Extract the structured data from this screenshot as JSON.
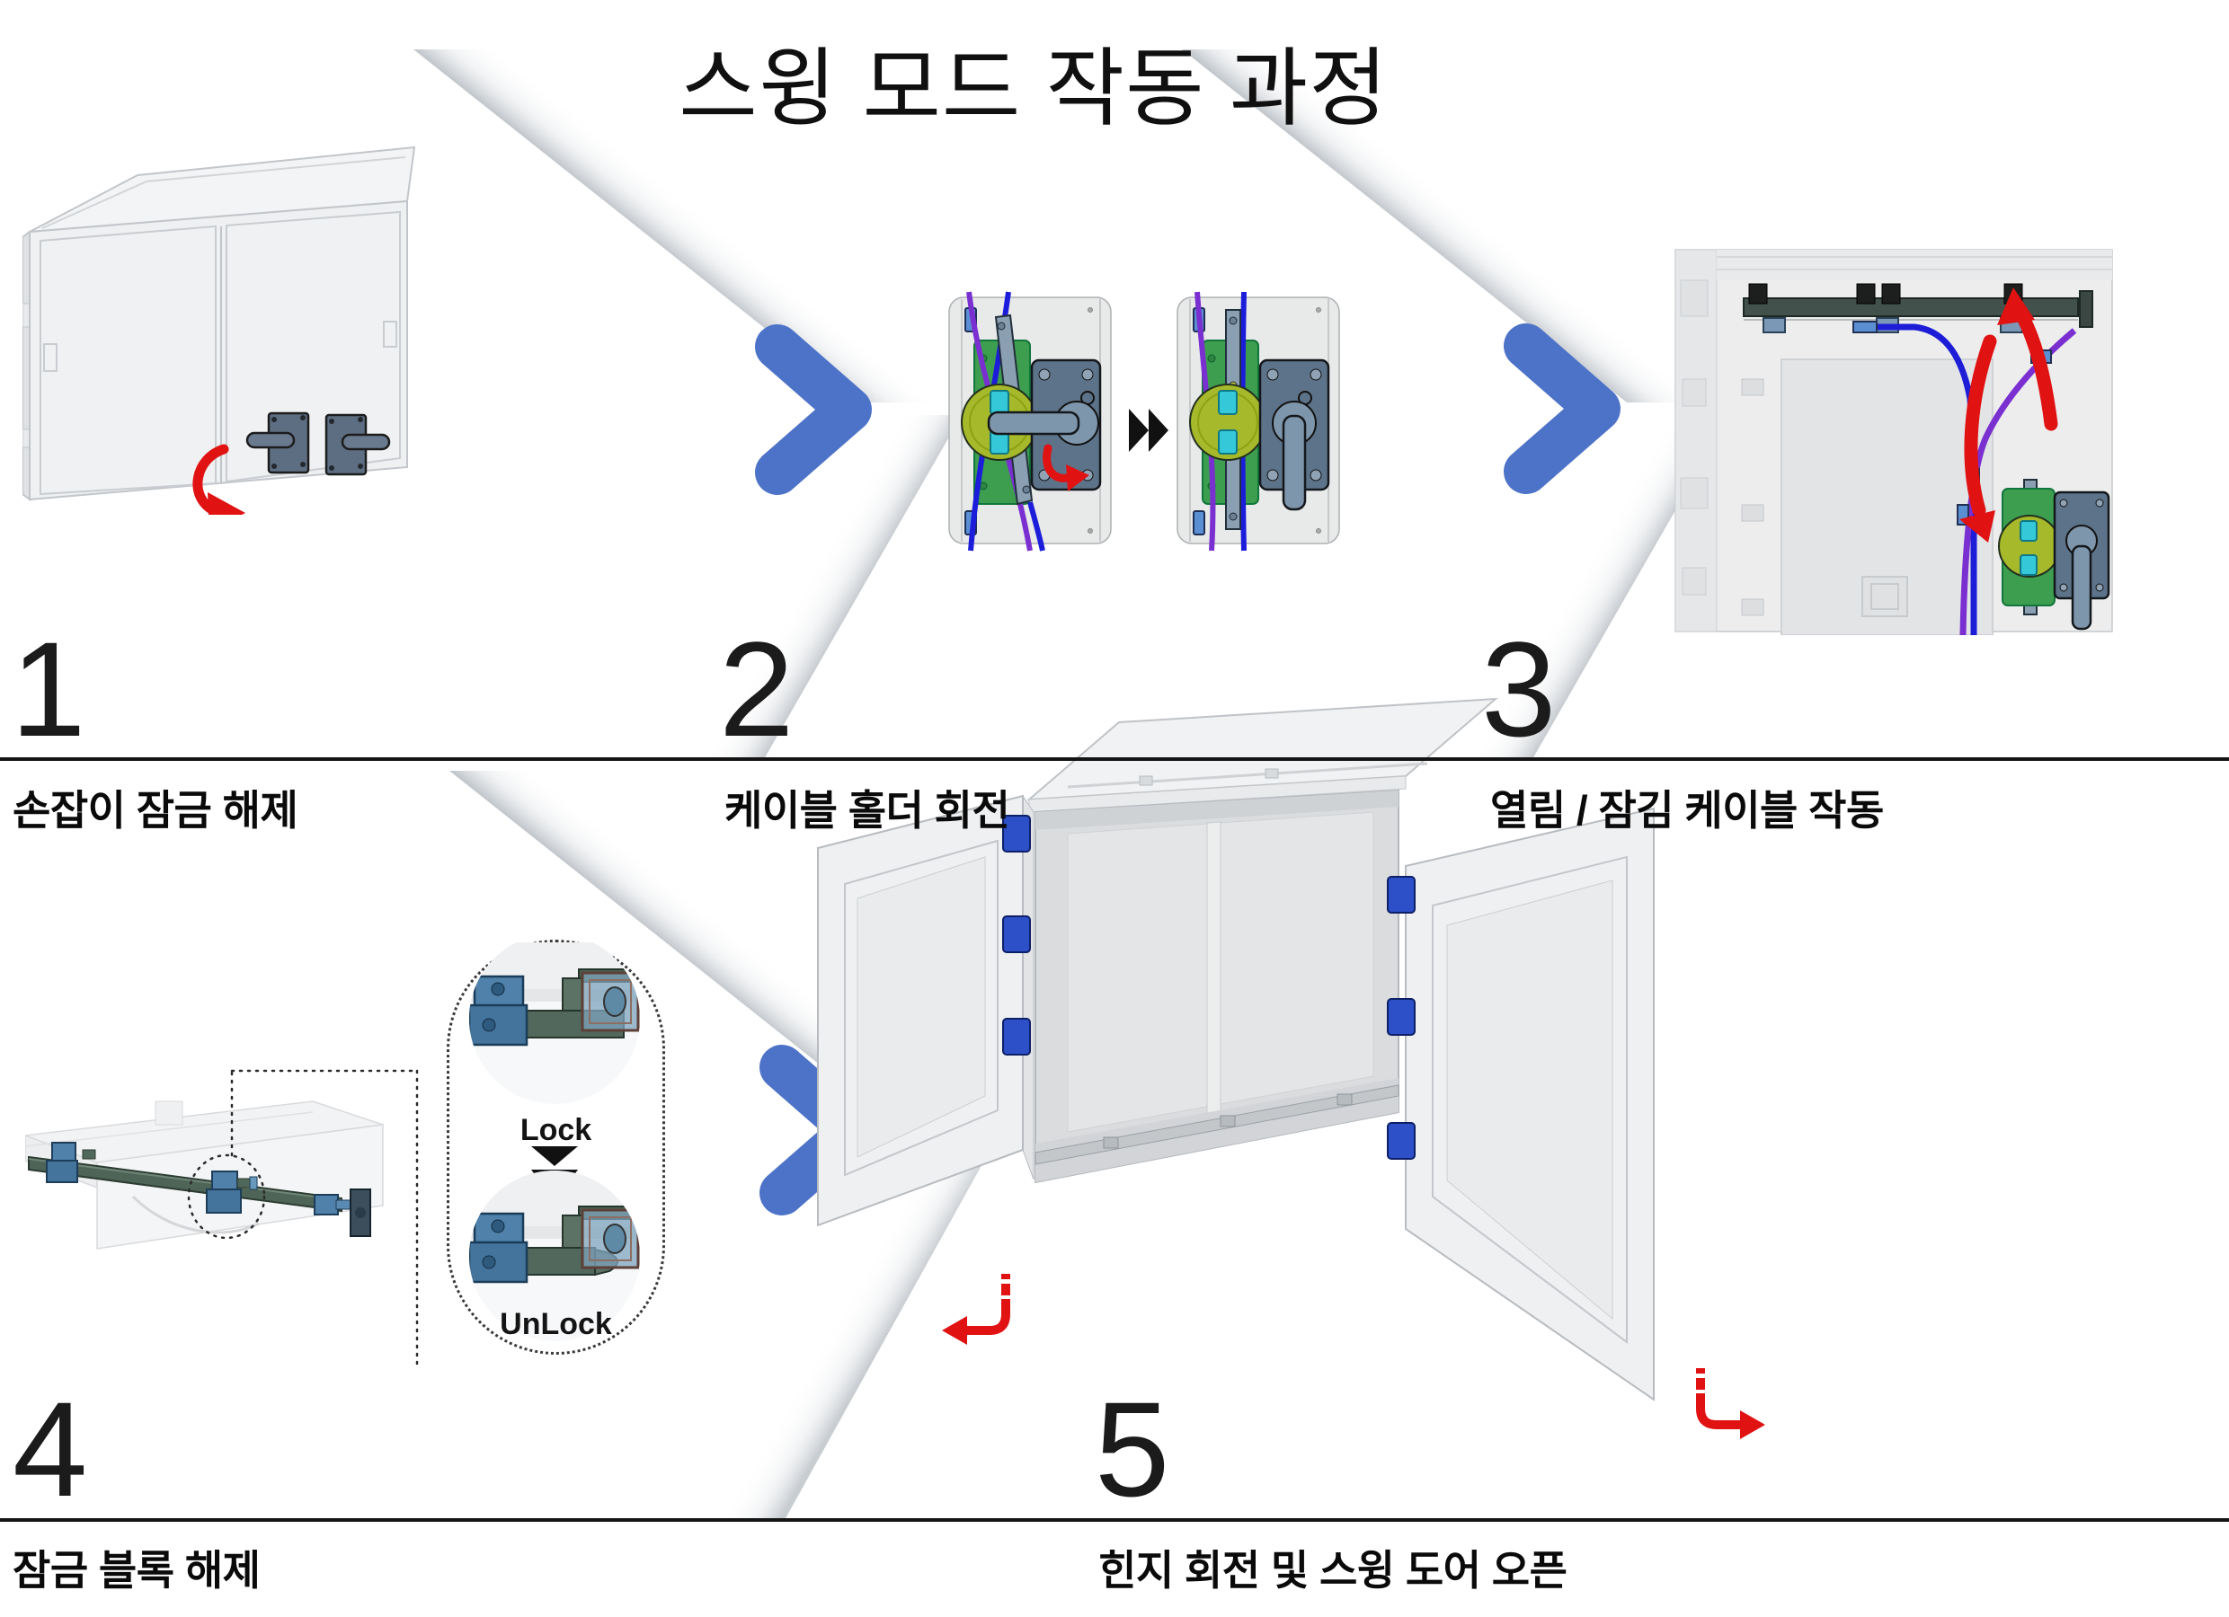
{
  "title": "스윙 모드 작동 과정",
  "steps": [
    {
      "number": "1",
      "label": "손잡이 잠금 해제"
    },
    {
      "number": "2",
      "label": "케이블 홀더 회전"
    },
    {
      "number": "3",
      "label": "열림 / 잠김 케이블 작동"
    },
    {
      "number": "4",
      "label": "잠금 블록 해제"
    },
    {
      "number": "5",
      "label": "힌지 회전 및 스윙 도어 오픈"
    }
  ],
  "inset": {
    "lock": "Lock",
    "unlock": "UnLock"
  },
  "icons": {
    "step_transition": "blue-chevron-right-icon",
    "sequence": "fast-forward-icon",
    "lock_to_unlock": "double-chevron-down-icon",
    "handle_rotation": "red-curved-rotation-arrow-icon",
    "cable_motion": "red-curved-up-down-arrow-icons",
    "door_swing": "red-hook-arrow-icon"
  },
  "colors": {
    "accent_blue": "#4d73c8",
    "arrow_red": "#e01212",
    "holder_green": "#3d9e50",
    "cam_olive": "#a6b92a",
    "cable_blue": "#1c1cdb",
    "cable_purple": "#7a2fd0",
    "hinge_blue": "#2d50c8",
    "rail_dark": "#42514b",
    "lockbar_green": "#4e6457",
    "bracket_blue": "#4f81aa",
    "cad_gray": "#eef0f1",
    "rule_black": "#141414"
  }
}
